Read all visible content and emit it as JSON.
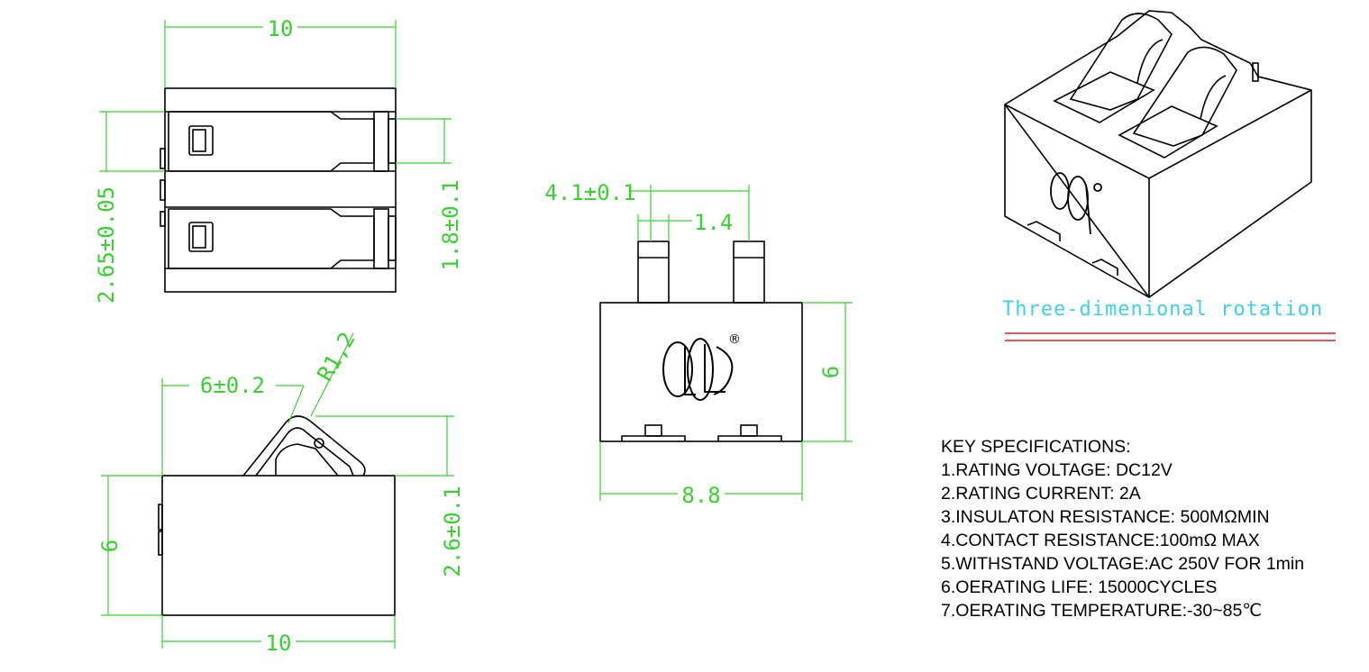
{
  "dims": {
    "top_width": "10",
    "top_height": "2.65±0.05",
    "top_pitch": "1.8±0.1",
    "side_offset": "6±0.2",
    "radius": "R1,2",
    "side_height": "6",
    "side_pin": "2.6±0.1",
    "side_width": "10",
    "front_pin_pos": "4.1±0.1",
    "front_pin_w": "1.4",
    "front_height": "6",
    "front_width": "8.8"
  },
  "iso_caption": "Three-dimenional rotation",
  "specs": {
    "title": "KEY SPECIFICATIONS:",
    "items": [
      "1.RATING VOLTAGE: DC12V",
      "2.RATING CURRENT: 2A",
      "3.INSULATON RESISTANCE:  500MΩMIN",
      "4.CONTACT RESISTANCE:100mΩ MAX",
      "5.WITHSTAND VOLTAGE:AC 250V FOR 1min",
      "6.OERATING LIFE: 15000CYCLES",
      "7.OERATING TEMPERATURE:-30~85℃"
    ]
  },
  "colors": {
    "dimension": "#39d12f",
    "outline": "#000000",
    "caption": "#3fd0e8",
    "underline": "#e02020"
  }
}
